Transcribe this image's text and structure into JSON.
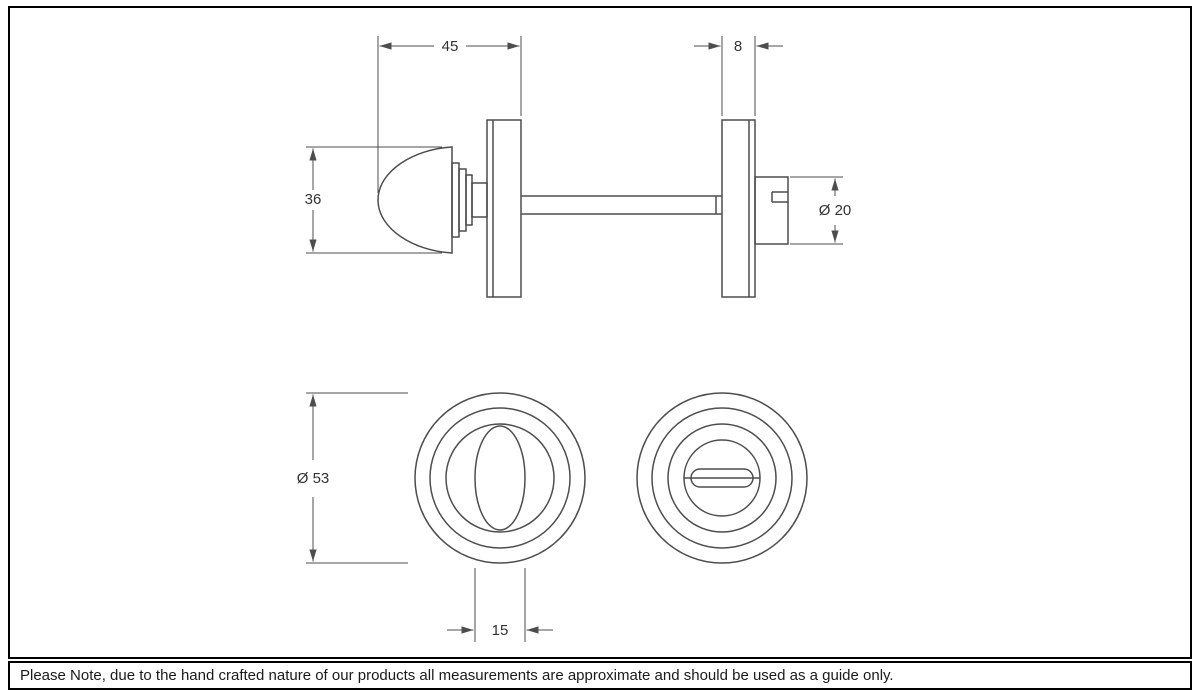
{
  "page": {
    "background": "#ffffff",
    "border_color": "#000000",
    "line_color": "#4d4d4d",
    "text_color": "#333333"
  },
  "dimensions": {
    "overall_depth": "45",
    "rose_thickness": "8",
    "knob_height": "36",
    "release_diameter": "Ø 20",
    "rose_diameter": "Ø 53",
    "turn_width": "15"
  },
  "footer": {
    "note": "Please Note, due to the hand crafted nature of our products all measurements are approximate and should be used as a guide only."
  }
}
